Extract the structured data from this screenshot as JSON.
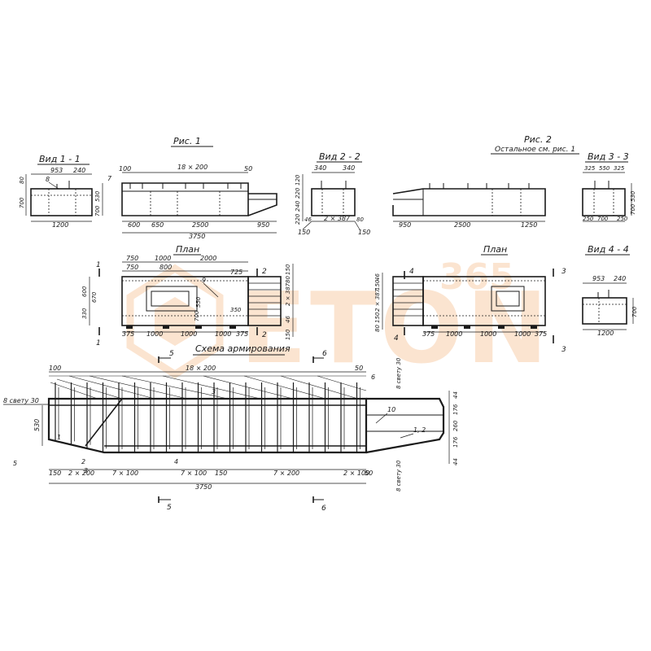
{
  "figure1": {
    "title": "Рис. 1",
    "view11": {
      "title": "Вид 1 - 1",
      "dims": [
        "953",
        "240",
        "8",
        "80",
        "700",
        "1200"
      ]
    },
    "elevation": {
      "dims": [
        "100",
        "18 × 200",
        "50",
        "7",
        "530",
        "700",
        "600",
        "650",
        "2500",
        "950",
        "3750"
      ]
    },
    "view22": {
      "title": "Вид 2 - 2",
      "dims": [
        "340",
        "340",
        "120",
        "220",
        "240",
        "220",
        "46",
        "2 × 387",
        "80",
        "150",
        "150"
      ]
    },
    "plan": {
      "title": "План",
      "dims": [
        "750",
        "1000",
        "2000",
        "750",
        "800",
        "725",
        "9",
        "600",
        "670",
        "550",
        "700",
        "330",
        "350",
        "375",
        "1000",
        "1000",
        "1000",
        "375",
        "150",
        "80",
        "2 × 387",
        "46",
        "150"
      ],
      "sections": [
        "1",
        "1",
        "2",
        "2"
      ]
    }
  },
  "figure2": {
    "title": "Рис. 2",
    "note": "Остальное см. рис. 1",
    "elevation": {
      "dims": [
        "950",
        "2500",
        "1250"
      ]
    },
    "view33": {
      "title": "Вид 3 - 3",
      "dims": [
        "325",
        "550",
        "325",
        "530",
        "700",
        "250",
        "700",
        "250"
      ]
    },
    "plan": {
      "title": "План",
      "dims": [
        "46",
        "150",
        "2 × 387",
        "150",
        "80",
        "375",
        "1000",
        "1000",
        "1000",
        "375"
      ],
      "sections": [
        "4",
        "4",
        "3",
        "3"
      ]
    },
    "view44": {
      "title": "Вид 4 - 4",
      "dims": [
        "953",
        "240",
        "700",
        "1200"
      ]
    }
  },
  "reinforcement": {
    "title": "Схема армирования",
    "dims_top": [
      "100",
      "18 × 200",
      "50"
    ],
    "dims_bottom": [
      "150",
      "2 × 200",
      "7 × 100",
      "7 × 100",
      "150",
      "7 × 200",
      "2 × 100",
      "50"
    ],
    "overall": "3750",
    "left_labels": [
      "8 свету 30",
      "530"
    ],
    "right_labels": [
      "8 свету 30",
      "44",
      "176",
      "260",
      "176",
      "44",
      "8 свету 30"
    ],
    "marks": [
      "1",
      "2",
      "3",
      "3",
      "4",
      "6",
      "10",
      "1, 2"
    ],
    "sections": [
      "5",
      "5",
      "6",
      "6"
    ]
  },
  "watermark": {
    "text": "ETON",
    "sub": "365",
    "color": "#f2a15a"
  },
  "colors": {
    "ink": "#1a1a1a",
    "paper": "#ffffff"
  }
}
